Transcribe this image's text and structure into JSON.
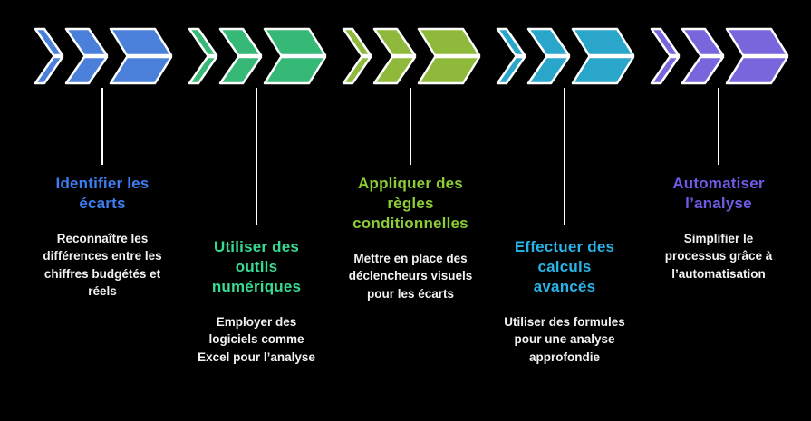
{
  "background_color": "#000000",
  "connector_color": "#ffffff",
  "description_color": "#f2f2f2",
  "steps": [
    {
      "title": "Identifier les\nécarts",
      "description": "Reconnaître les\ndifférences entre les\nchiffres budgétés et\nréels",
      "arrow_color": "#4a80da",
      "title_color": "#3d7df2",
      "position": "high"
    },
    {
      "title": "Utiliser des\noutils\nnumériques",
      "description": "Employer des\nlogiciels comme\nExcel pour l’analyse",
      "arrow_color": "#36b877",
      "title_color": "#38db92",
      "position": "low"
    },
    {
      "title": "Appliquer des\nrègles\nconditionnelles",
      "description": "Mettre en place des\ndéclencheurs visuels\npour les écarts",
      "arrow_color": "#8fb93a",
      "title_color": "#8ccc35",
      "position": "high"
    },
    {
      "title": "Effectuer des\ncalculs\navancés",
      "description": "Utiliser des formules\npour une analyse\napprofondie",
      "arrow_color": "#2aa6cb",
      "title_color": "#28b4e8",
      "position": "low"
    },
    {
      "title": "Automatiser\nl’analyse",
      "description": "Simplifier le\nprocessus grâce à\nl’automatisation",
      "arrow_color": "#7966dd",
      "title_color": "#6e5ce6",
      "position": "high"
    }
  ]
}
